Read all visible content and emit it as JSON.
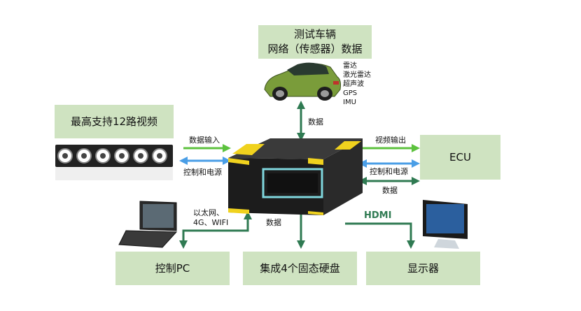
{
  "top_box": {
    "line1": "测试车辆",
    "line2": "网络（传感器）数据"
  },
  "sensor_list": [
    "雷达",
    "激光雷达",
    "超声波",
    "GPS",
    "IMU"
  ],
  "camera_box": {
    "label": "最高支持12路视频"
  },
  "ecu_box": {
    "label": "ECU"
  },
  "bottom_boxes": {
    "pc": "控制PC",
    "ssd": "集成4个固态硬盘",
    "display": "显示器"
  },
  "arrow_labels": {
    "top": "数据",
    "data_in": "数据输入",
    "control_power_left": "控制和电源",
    "video_out": "视频输出",
    "control_power_right": "控制和电源",
    "data_right": "数据",
    "network": "以太网、",
    "network2": "4G、WIFI",
    "data_bottom": "数据",
    "hdmi": "HDMI"
  },
  "colors": {
    "box_fill": "#cfe3c1",
    "arrow_dark": "#2f7a52",
    "arrow_green": "#5cc23e",
    "arrow_blue": "#4a9ee6",
    "device_yellow": "#f0d21e",
    "highlight_cyan": "#7fd6dd"
  }
}
